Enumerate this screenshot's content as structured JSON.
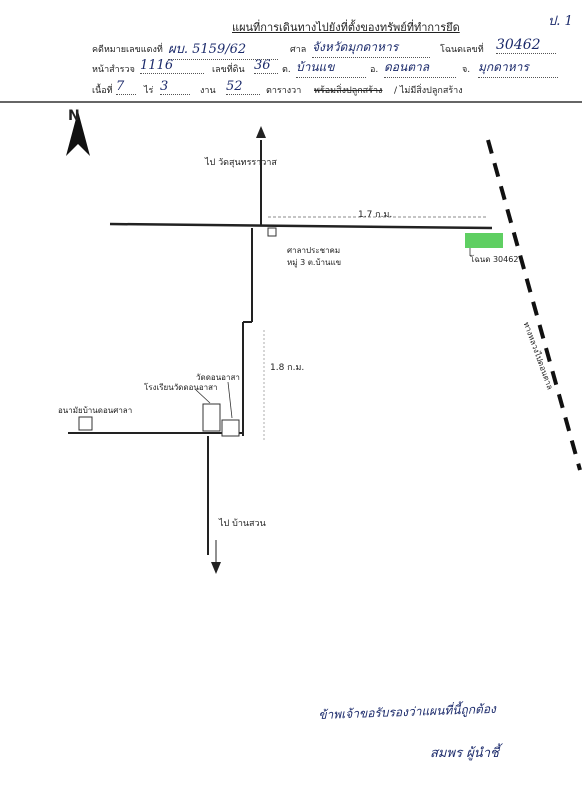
{
  "header": {
    "title": "แผนที่การเดินทางไปยังที่ตั้งของทรัพย์ที่ทำการยึด",
    "page_no": "ป. 1",
    "case_label": "คดีหมายเลขแดงที่",
    "case_value": "ผบ. 5159/62",
    "court_label": "ศาล",
    "court_value": "จังหวัดมุกดาหาร",
    "deed_label": "โฉนดเลขที่",
    "deed_value": "30462",
    "survey_label": "หน้าสำรวจ",
    "survey_value": "1116",
    "landno_label": "เลขที่ดิน",
    "landno_value": "36",
    "subdistrict_label": "ต.",
    "subdistrict_value": "บ้านแข",
    "district_label": "อ.",
    "district_value": "ดอนตาล",
    "province_label": "จ.",
    "province_value": "มุกดาหาร",
    "area_label": "เนื้อที่",
    "rai_value": "7",
    "rai_label": "ไร่",
    "ngan_value": "3",
    "ngan_label": "งาน",
    "wa_value": "52",
    "wa_label": "ตารางวา",
    "with_building": "พร้อมสิ่งปลูกสร้าง",
    "without_building": "/ ไม่มีสิ่งปลูกสร้าง"
  },
  "map": {
    "north": "N",
    "to_wat": "ไป วัดสุนทรราวาส",
    "distance_top": "1.7 ก.ม.",
    "sala": "ศาลาประชาคม",
    "village": "หมู่ 3 ต.บ้านแข",
    "deed_marker": "โฉนด 30462",
    "highway": "ทางหลวงไปดอนตาล",
    "distance_mid": "1.8 ก.ม.",
    "temple": "วัดดอนอาสา",
    "school": "โรงเรียนวัดดอนอาสา",
    "health": "อนามัยบ้านดอนศาลา",
    "to_village": "ไป บ้านสวน"
  },
  "footer": {
    "note": "ข้าพเจ้าขอรับรองว่าแผนที่นี้ถูกต้อง",
    "signature": "สมพร ผู้นำชี้"
  },
  "colors": {
    "deed_marker": "#5fcf62",
    "ink": "#1b2a6b"
  }
}
